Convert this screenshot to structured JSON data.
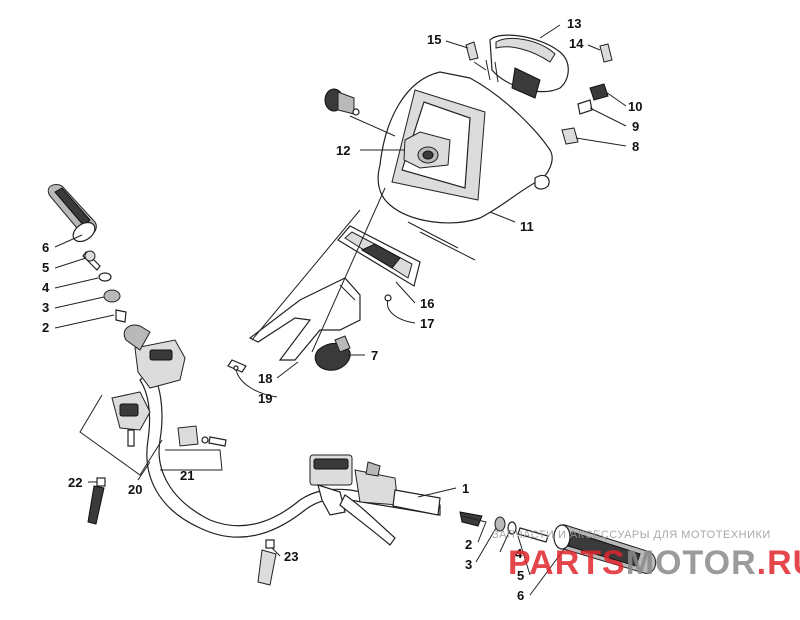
{
  "callouts": [
    {
      "id": "c1",
      "text": "1"
    },
    {
      "id": "c2a",
      "text": "2"
    },
    {
      "id": "c2b",
      "text": "2"
    },
    {
      "id": "c3a",
      "text": "3"
    },
    {
      "id": "c3b",
      "text": "3"
    },
    {
      "id": "c4a",
      "text": "4"
    },
    {
      "id": "c4b",
      "text": "4"
    },
    {
      "id": "c5a",
      "text": "5"
    },
    {
      "id": "c5b",
      "text": "5"
    },
    {
      "id": "c6a",
      "text": "6"
    },
    {
      "id": "c6b",
      "text": "6"
    },
    {
      "id": "c7",
      "text": "7"
    },
    {
      "id": "c8",
      "text": "8"
    },
    {
      "id": "c9",
      "text": "9"
    },
    {
      "id": "c10",
      "text": "10"
    },
    {
      "id": "c11",
      "text": "11"
    },
    {
      "id": "c12",
      "text": "12"
    },
    {
      "id": "c13",
      "text": "13"
    },
    {
      "id": "c14",
      "text": "14"
    },
    {
      "id": "c15",
      "text": "15"
    },
    {
      "id": "c16",
      "text": "16"
    },
    {
      "id": "c17",
      "text": "17"
    },
    {
      "id": "c18",
      "text": "18"
    },
    {
      "id": "c19",
      "text": "19"
    },
    {
      "id": "c20",
      "text": "20"
    },
    {
      "id": "c21",
      "text": "21"
    },
    {
      "id": "c22",
      "text": "22"
    },
    {
      "id": "c23",
      "text": "23"
    }
  ],
  "watermark": {
    "tagline": "ЗАПЧАСТИ И АКСЕССУАРЫ ДЛЯ МОТОТЕХНИКИ",
    "logo_part1": "PARTS",
    "logo_part2": "MOTOR",
    "logo_part3": ".RU",
    "colors": {
      "red": "#e0262d",
      "grey": "#8a8a8a"
    }
  }
}
